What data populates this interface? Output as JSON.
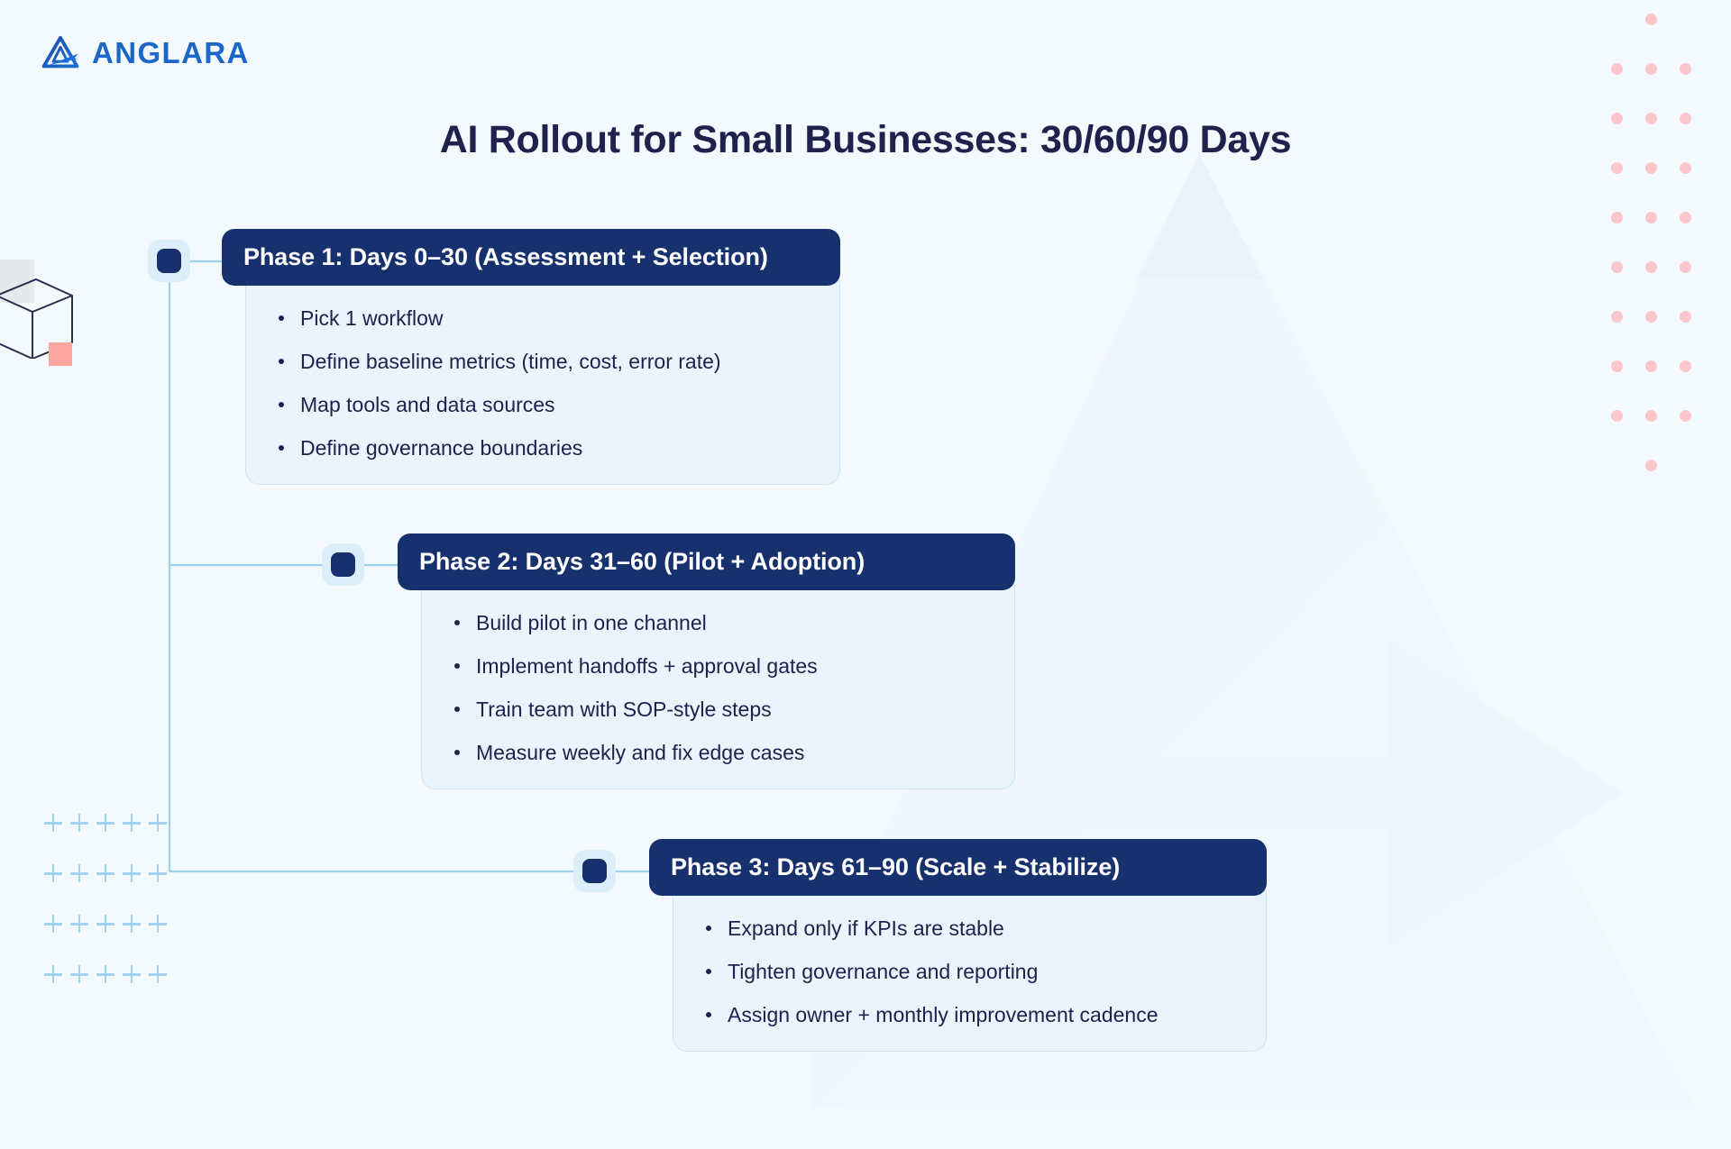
{
  "brand": {
    "name": "ANGLARA",
    "logo_icon": "anglara-triangle-logo",
    "color": "#1a66c9"
  },
  "page": {
    "title": "AI Rollout for Small Businesses: 30/60/90 Days",
    "background_color": "#f4f9fd",
    "accent_navy": "#17306e",
    "card_body_color": "#eaf4fd",
    "text_color": "#20214d",
    "decor_dot_color": "#fbc7cc",
    "decor_plus_color": "#9ed2ef"
  },
  "phases": [
    {
      "node_label": "phase-1-node",
      "header": "Phase 1: Days 0–30 (Assessment + Selection)",
      "bullets": [
        "Pick 1 workflow",
        "Define baseline metrics (time, cost, error rate)",
        "Map tools and data sources",
        "Define governance boundaries"
      ]
    },
    {
      "node_label": "phase-2-node",
      "header": "Phase 2: Days 31–60 (Pilot + Adoption)",
      "bullets": [
        "Build pilot in one channel",
        "Implement handoffs + approval gates",
        "Train team with SOP-style steps",
        "Measure weekly and fix edge cases"
      ]
    },
    {
      "node_label": "phase-3-node",
      "header": "Phase 3: Days 61–90 (Scale + Stabilize)",
      "bullets": [
        "Expand only if KPIs are stable",
        "Tighten governance and reporting",
        "Assign owner + monthly improvement cadence"
      ]
    }
  ],
  "decor": {
    "dot_grid_columns": 3,
    "dot_grid_rows": 10,
    "plus_grid_columns": 5,
    "plus_grid_rows": 4,
    "cube_icon": "wireframe-cube-icon"
  }
}
